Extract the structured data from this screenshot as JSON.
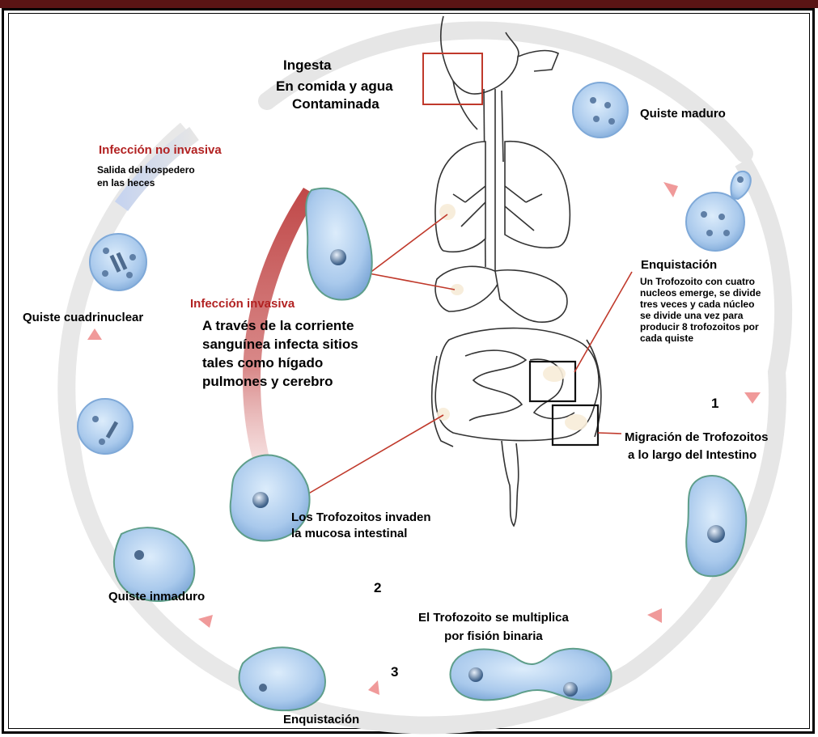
{
  "colors": {
    "cycle_arc": "#e3e3e3",
    "cell_fill": "#a9c9ec",
    "cell_outline": "#3f7a6e",
    "nucleus": "#5f7fa6",
    "invasive_band": "#c04848",
    "callout_red": "#b22222",
    "frame_dark": "#5a1414"
  },
  "labels": {
    "ingesta": [
      "Ingesta",
      "En comida y agua",
      "Contaminada"
    ],
    "quiste_maduro": "Quiste maduro",
    "no_invasiva_title": "Infección no invasiva",
    "no_invasiva_text": [
      "Salida del hospedero",
      "en las heces"
    ],
    "enquistacion_title": "Enquistación",
    "enquistacion_text": [
      "Un Trofozoito con cuatro",
      "nucleos emerge, se divide",
      "tres veces y cada núcleo",
      "se divide una vez para",
      "producir 8 trofozoitos por",
      "cada quiste"
    ],
    "invasiva_title": "Infección invasiva",
    "invasiva_text": [
      "A través de la corriente",
      "sanguínea infecta sitios",
      "tales como  hígado",
      "pulmones y cerebro"
    ],
    "quiste_cuadrinuclear": "Quiste cuadrinuclear",
    "step_1": "1",
    "migracion": [
      "Migración de Trofozoitos",
      "a lo largo del Intestino"
    ],
    "invaden": [
      "Los Trofozoitos invaden",
      "la mucosa intestinal"
    ],
    "step_2": "2",
    "quiste_inmaduro": "Quiste inmaduro",
    "multiplica": [
      "El Trofozoito se multiplica",
      "por fisión binaria"
    ],
    "step_3": "3",
    "enquistacion_bottom": "Enquistación"
  }
}
